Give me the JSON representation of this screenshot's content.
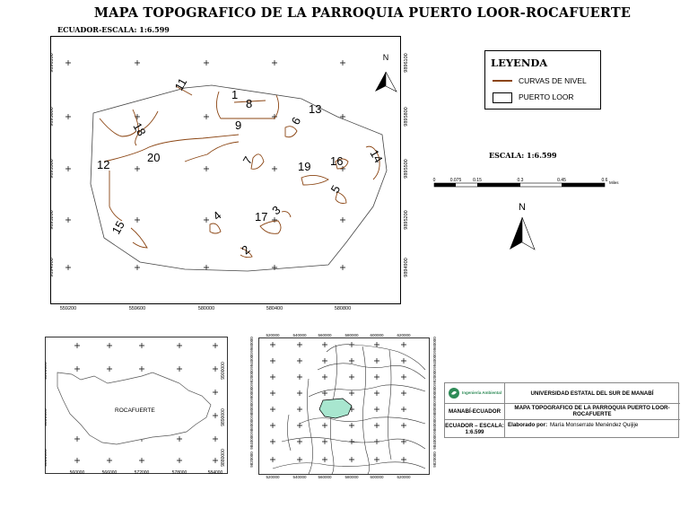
{
  "title": "MAPA TOPOGRAFICO DE LA PARROQUIA PUERTO LOOR-ROCAFUERTE",
  "subtitle": "ECUADOR-ESCALA: 1:6.599",
  "main_map": {
    "x_ticks": [
      "559200",
      "559600",
      "580000",
      "580400",
      "580800"
    ],
    "y_ticks": [
      "9896100",
      "9895800",
      "9895500",
      "9895200",
      "9894900"
    ],
    "contour_labels": [
      "11",
      "1",
      "8",
      "13",
      "18",
      "9",
      "6",
      "20",
      "7",
      "19",
      "16",
      "14",
      "12",
      "5",
      "4",
      "17",
      "3",
      "15",
      "2"
    ],
    "north_label": "N"
  },
  "legend": {
    "title": "LEYENDA",
    "items": [
      {
        "label": "CURVAS DE NIVEL",
        "color": "#8b4513"
      },
      {
        "label": "PUERTO LOOR",
        "color": "#000000"
      }
    ]
  },
  "scale_bar": {
    "title": "ESCALA: 1:6.599",
    "labels": [
      "0",
      "0.075",
      "0.15",
      "0.3",
      "0.45",
      "0.6"
    ],
    "unit": "Miles"
  },
  "north_arrow_label": "N",
  "inset_rocafuerte": {
    "x_ticks": [
      "560000",
      "566000",
      "572000",
      "578000",
      "584000"
    ],
    "y_ticks": [
      "9900000",
      "9890000",
      "9880000"
    ],
    "label": "ROCAFUERTE"
  },
  "inset_manabi": {
    "x_ticks": [
      "520000",
      "540000",
      "560000",
      "580000",
      "600000",
      "620000"
    ],
    "y_ticks": [
      "9960000",
      "9940000",
      "9920000",
      "9900000",
      "9880000",
      "9860000",
      "9840000",
      "9820000"
    ],
    "highlight_color": "#a8e6cf"
  },
  "info_block": {
    "logo_text": "Ingeniería Ambiental",
    "university": "UNIVERSIDAD ESTATAL DEL SUR DE MANABÍ",
    "location": "MANABÍ-ECUADOR",
    "map_title": "MAPA TOPOGRAFICO DE LA PARROQUIA PUERTO LOOR-ROCAFUERTE",
    "scale": "ECUADOR – ESCALA: 1:6.599",
    "author_label": "Elaborado por:",
    "author": "María Monserrate Menéndez Quijije"
  }
}
